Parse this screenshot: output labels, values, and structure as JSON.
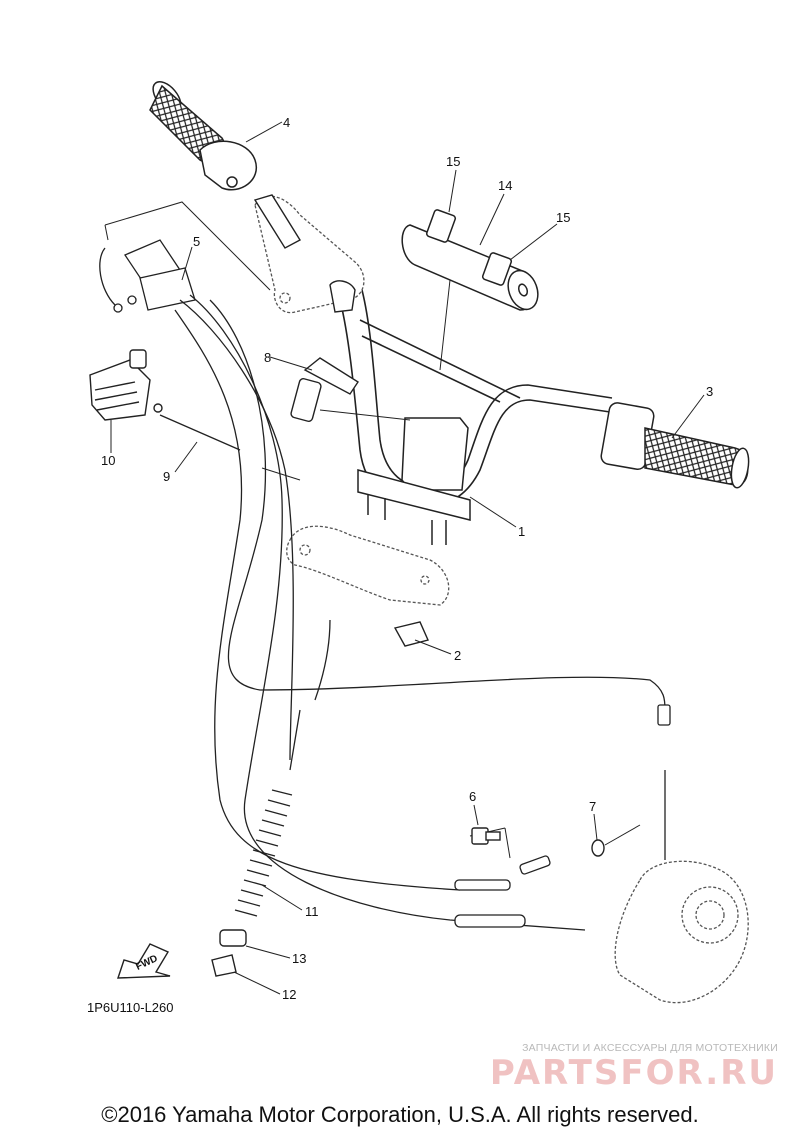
{
  "diagram": {
    "reference_code": "1P6U110-L260",
    "fwd_label": "FWD",
    "part_labels": [
      "1",
      "2",
      "3",
      "4",
      "5",
      "6",
      "7",
      "8",
      "9",
      "10",
      "11",
      "12",
      "13",
      "14",
      "15",
      "15"
    ]
  },
  "watermark": {
    "tagline": "ЗАПЧАСТИ И АКСЕССУАРЫ ДЛЯ МОТОТЕХНИКИ",
    "brand": "PARTSFOR.RU"
  },
  "footer": {
    "copyright": "©2016 Yamaha Motor Corporation, U.S.A. All rights reserved."
  }
}
